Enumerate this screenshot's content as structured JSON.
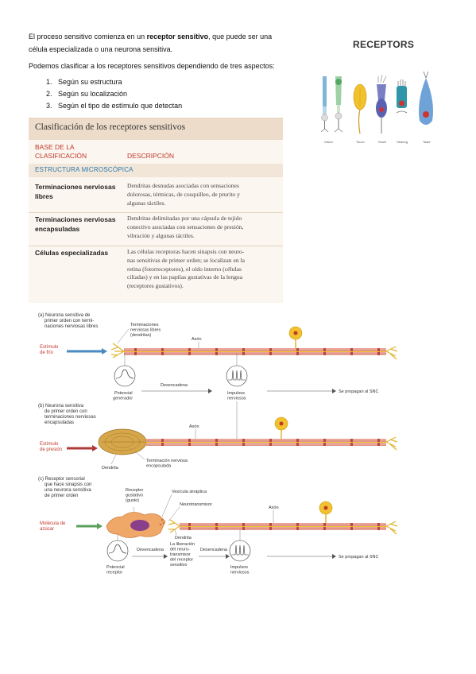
{
  "intro": {
    "part1": "El proceso sensitivo comienza en un ",
    "bold": "receptor sensitivo",
    "part2": ", que puede ser una",
    "line2": "célula especializada o una neurona sensitiva.",
    "line3": "Podemos clasificar a los receptores sensitivos dependiendo de tres aspectos:"
  },
  "aspects": [
    {
      "num": "1.",
      "text": "Según su estructura"
    },
    {
      "num": "2.",
      "text": "Según su localización"
    },
    {
      "num": "3.",
      "text": "Según el tipo de estímulo que detectan"
    }
  ],
  "receptors_figure": {
    "title": "RECEPTORS",
    "labels": [
      "Vision",
      "Touch",
      "Smell",
      "Hearing",
      "Taste"
    ],
    "colors": [
      "#9fd0a8",
      "#f2c12e",
      "#7a7fc4",
      "#2f95a8",
      "#6fa3d8"
    ]
  },
  "table": {
    "title": "Clasificación de los receptores sensitivos",
    "col_base_line1": "BASE DE LA",
    "col_base_line2": "CLASIFICACIÓN",
    "col_desc": "DESCRIPCIÓN",
    "band": "ESTRUCTURA MICROSCÓPICA",
    "rows": [
      {
        "term_l1": "Terminaciones nerviosas",
        "term_l2": "libres",
        "def": [
          "Dendritas desnudas asociadas con sensaciones",
          "dolorosas, térmicas, de cosquilleo, de prurito y",
          "algunas táctiles."
        ]
      },
      {
        "term_l1": "Terminaciones nerviosas",
        "term_l2": "encapsuladas",
        "def": [
          "Dendritas delimitadas por una cápsula de tejido",
          "conectivo asociadas con sensaciones de presión,",
          "vibración y algunas táctiles."
        ]
      },
      {
        "term_l1": "Células especializadas",
        "term_l2": "",
        "def": [
          "Las células receptoras hacen sinapsis con neuro-",
          "nas sensitivas de primer orden; se localizan en la",
          "retina (fotorreceptores), el oído interno (células",
          "ciliadas) y en las papilas gustativas de la lengua",
          "(receptores gustativos)."
        ]
      }
    ]
  },
  "figure": {
    "a": {
      "title": [
        "(a) Neurona sensitiva de",
        "primer orden con termi-",
        "naciones nerviosas libres"
      ],
      "stimulus": [
        "Estímulo",
        "de frío"
      ],
      "endings": [
        "Terminaciones",
        "nerviosas libres",
        "(dendritas)"
      ],
      "axon": "Axón",
      "potential": [
        "Potencial",
        "generador"
      ],
      "triggers": "Desencadena",
      "impulses": [
        "Impulsos",
        "nerviosos"
      ],
      "propagate": "Se propagan al SNC"
    },
    "b": {
      "title": [
        "(b) Neurona sensitiva",
        "de primer orden con",
        "terminaciones nerviosas",
        "encapsuladas"
      ],
      "stimulus": [
        "Estímulo",
        "de presión"
      ],
      "axon": "Axón",
      "dendrite": "Dendrita",
      "ending": [
        "Terminación nerviosa",
        "encapsulada"
      ]
    },
    "c": {
      "title": [
        "(c) Receptor sensorial",
        "que hace sinapsis con",
        "una neurona sensitiva",
        "de primer orden"
      ],
      "stimulus": [
        "Molécula de",
        "azúcar"
      ],
      "receptor": [
        "Receptor",
        "gustativo",
        "(gusto)"
      ],
      "vesicle": "Vesícula sináptica",
      "neurotransmitter": "Neurotransmisor",
      "axon": "Axón",
      "dendrite": "Dendrita",
      "potential": [
        "Potencial",
        "receptor"
      ],
      "triggers1": "Desencadena",
      "release": [
        "La liberación",
        "del neuro-",
        "transmisor",
        "del receptor",
        "sensitivo"
      ],
      "triggers2": "Desencadena",
      "impulses": [
        "Impulsos",
        "nerviosos"
      ],
      "propagate": "Se propagan al SNC"
    }
  }
}
